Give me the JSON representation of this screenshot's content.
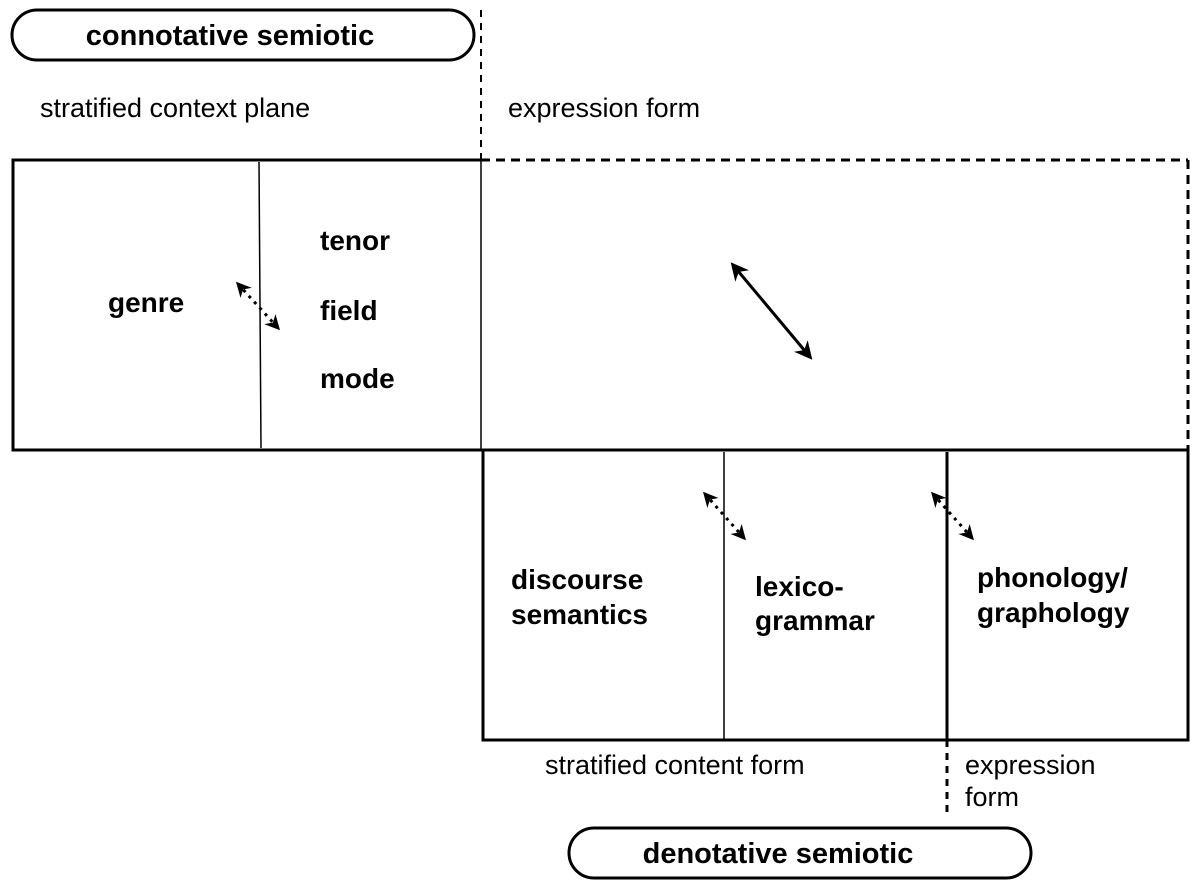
{
  "connotative": {
    "pill_label": "connotative semiotic",
    "context_plane_label": "stratified context plane",
    "expression_form_label": "expression form",
    "genre_label": "genre",
    "register_variables": [
      "tenor",
      "field",
      "mode"
    ]
  },
  "denotative": {
    "pill_label": "denotative semiotic",
    "strata": [
      {
        "line1": "discourse",
        "line2": "semantics"
      },
      {
        "line1": "lexico-",
        "line2": "grammar"
      },
      {
        "line1": "phonology/",
        "line2": "graphology"
      }
    ],
    "content_form_label": "stratified content form",
    "expression_form_label_line1": "expression",
    "expression_form_label_line2": "form"
  },
  "icons": {
    "realization_arrow_dotted": "dotted-double-arrow",
    "realization_arrow_solid": "solid-double-arrow"
  }
}
